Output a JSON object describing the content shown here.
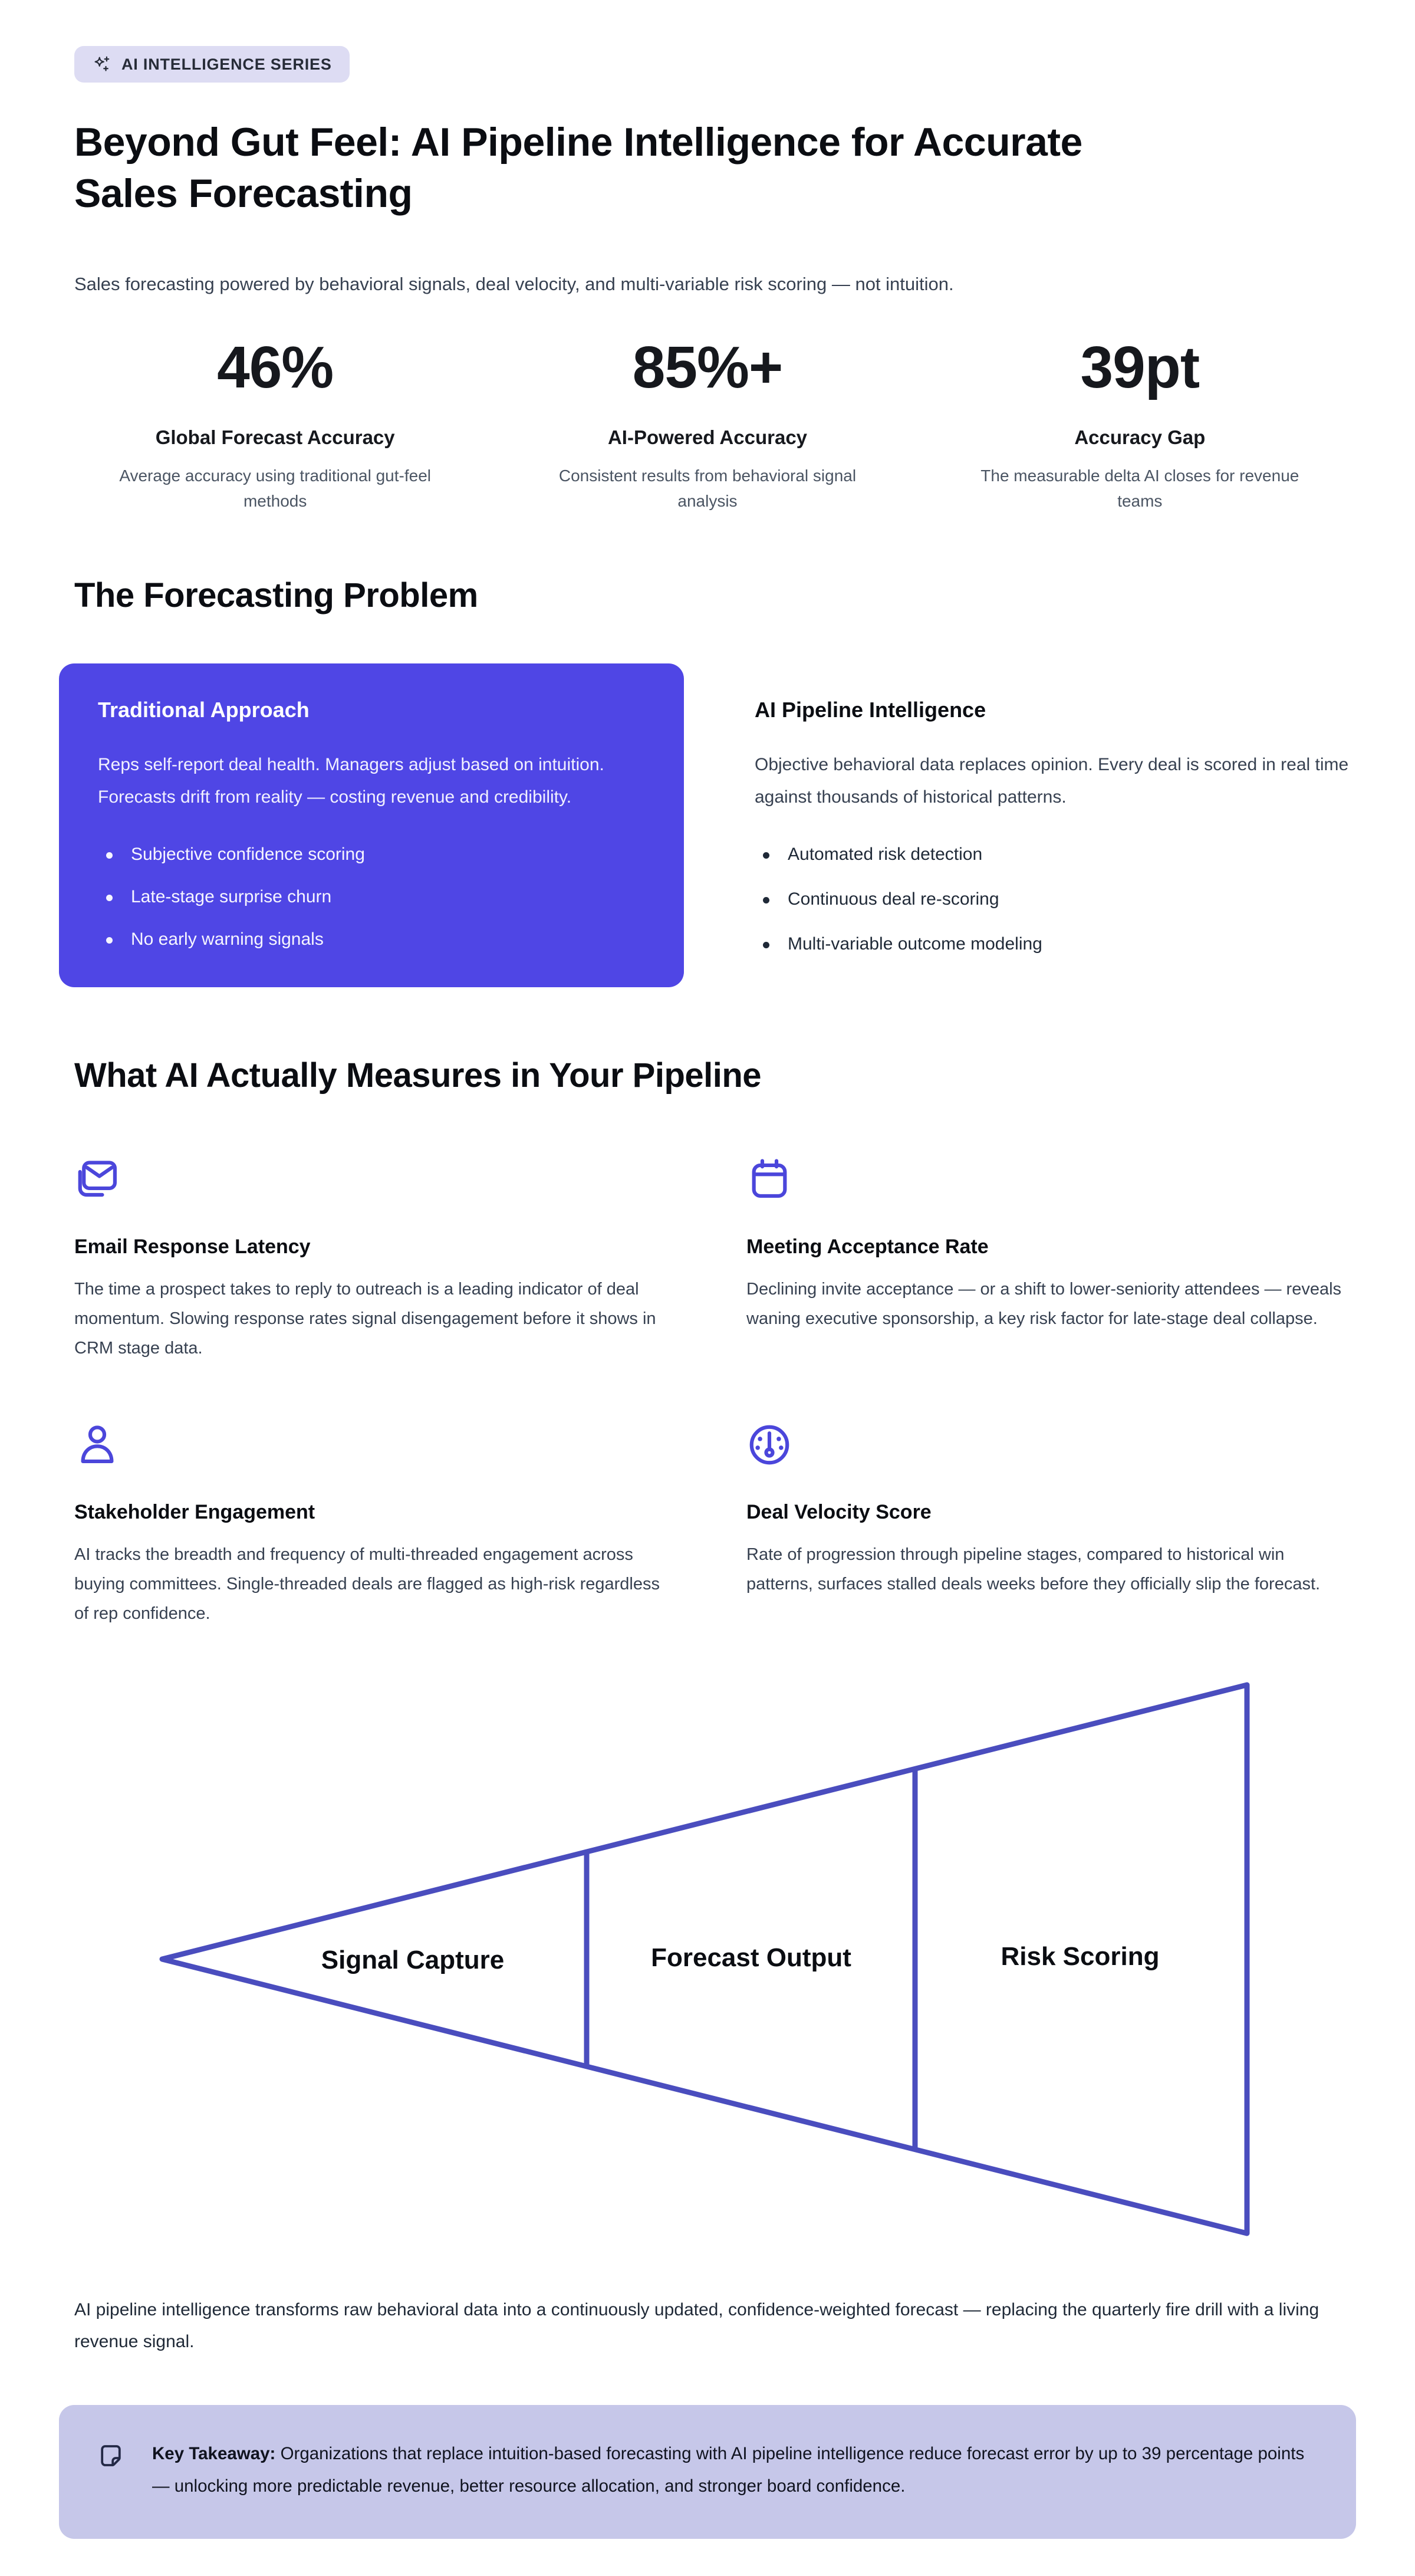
{
  "badge": {
    "label": "AI INTELLIGENCE SERIES"
  },
  "title": "Beyond Gut Feel: AI Pipeline Intelligence for Accurate Sales Forecasting",
  "subtitle": "Sales forecasting powered by behavioral signals, deal velocity, and multi-variable risk scoring — not intuition.",
  "stats": [
    {
      "value": "46%",
      "label": "Global Forecast Accuracy",
      "description": "Average accuracy using traditional gut-feel methods"
    },
    {
      "value": "85%+",
      "label": "AI-Powered Accuracy",
      "description": "Consistent results from behavioral signal analysis"
    },
    {
      "value": "39pt",
      "label": "Accuracy Gap",
      "description": "The measurable delta AI closes for revenue teams"
    }
  ],
  "problem_section": {
    "heading": "The Forecasting Problem",
    "traditional": {
      "heading": "Traditional Approach",
      "body": "Reps self-report deal health. Managers adjust based on intuition. Forecasts drift from reality — costing revenue and credibility.",
      "bullets": [
        "Subjective confidence scoring",
        "Late-stage surprise churn",
        "No early warning signals"
      ]
    },
    "ai": {
      "heading": "AI Pipeline Intelligence",
      "body": "Objective behavioral data replaces opinion. Every deal is scored in real time against thousands of historical patterns.",
      "bullets": [
        "Automated risk detection",
        "Continuous deal re-scoring",
        "Multi-variable outcome modeling"
      ]
    }
  },
  "measures_section": {
    "heading": "What AI Actually Measures in Your Pipeline",
    "features": [
      {
        "icon": "envelope-icon",
        "title": "Email Response Latency",
        "body": "The time a prospect takes to reply to outreach is a leading indicator of deal momentum. Slowing response rates signal disengagement before it shows in CRM stage data."
      },
      {
        "icon": "calendar-icon",
        "title": "Meeting Acceptance Rate",
        "body": "Declining invite acceptance — or a shift to lower-seniority attendees — reveals waning executive sponsorship, a key risk factor for late-stage deal collapse."
      },
      {
        "icon": "person-icon",
        "title": "Stakeholder Engagement",
        "body": "AI tracks the breadth and frequency of multi-threaded engagement across buying committees. Single-threaded deals are flagged as high-risk regardless of rep confidence."
      },
      {
        "icon": "gauge-icon",
        "title": "Deal Velocity Score",
        "body": "Rate of progression through pipeline stages, compared to historical win patterns, surfaces stalled deals weeks before they officially slip the forecast."
      }
    ]
  },
  "funnel": {
    "type": "cone-diagram",
    "stages": [
      "Signal Capture",
      "Forecast Output",
      "Risk Scoring"
    ]
  },
  "closing_paragraph": "AI pipeline intelligence transforms raw behavioral data into a continuously updated, confidence-weighted forecast — replacing the quarterly fire drill with a living revenue signal.",
  "takeaway": {
    "label": "Key Takeaway:",
    "text": "Organizations that replace intuition-based forecasting with AI pipeline intelligence reduce forecast error by up to 39 percentage points — unlocking more predictable revenue, better resource allocation, and stronger board confidence."
  },
  "colors": {
    "accent": "#4f46e5",
    "icon_indigo": "#4b46db",
    "funnel_stroke": "#4a4dbe",
    "badge_bg": "#dddcf3",
    "callout_bg": "#c6c7e9",
    "heading_text": "#0b0d12",
    "body_text": "#374151"
  }
}
